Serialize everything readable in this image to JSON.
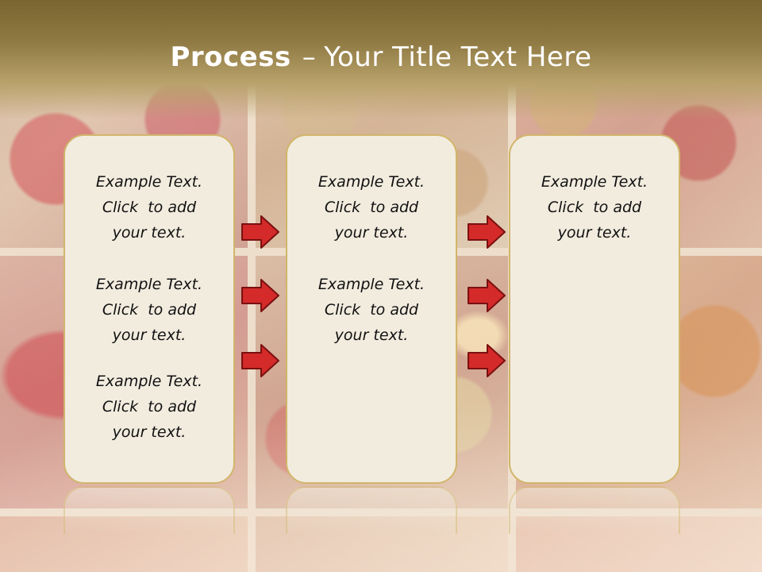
{
  "slide": {
    "title_bold": "Process",
    "title_dash": "–",
    "title_rest": "Your Title Text Here"
  },
  "columns": [
    {
      "blocks": [
        "Example Text.\nClick  to add\nyour text.",
        "Example Text.\nClick  to add\nyour text.",
        "Example Text.\nClick  to add\nyour text."
      ]
    },
    {
      "blocks": [
        "Example Text.\nClick  to add\nyour text.",
        "Example Text.\nClick  to add\nyour text."
      ]
    },
    {
      "blocks": [
        "Example Text.\nClick  to add\nyour text."
      ]
    }
  ],
  "colors": {
    "title_bar": "#8f7a43",
    "box_fill": "#f2ecdf",
    "box_border": "#d1b56a",
    "arrow_fill": "#d42a2a",
    "arrow_stroke": "#7a1010"
  },
  "icons": {
    "arrow": "right-arrow-icon"
  }
}
